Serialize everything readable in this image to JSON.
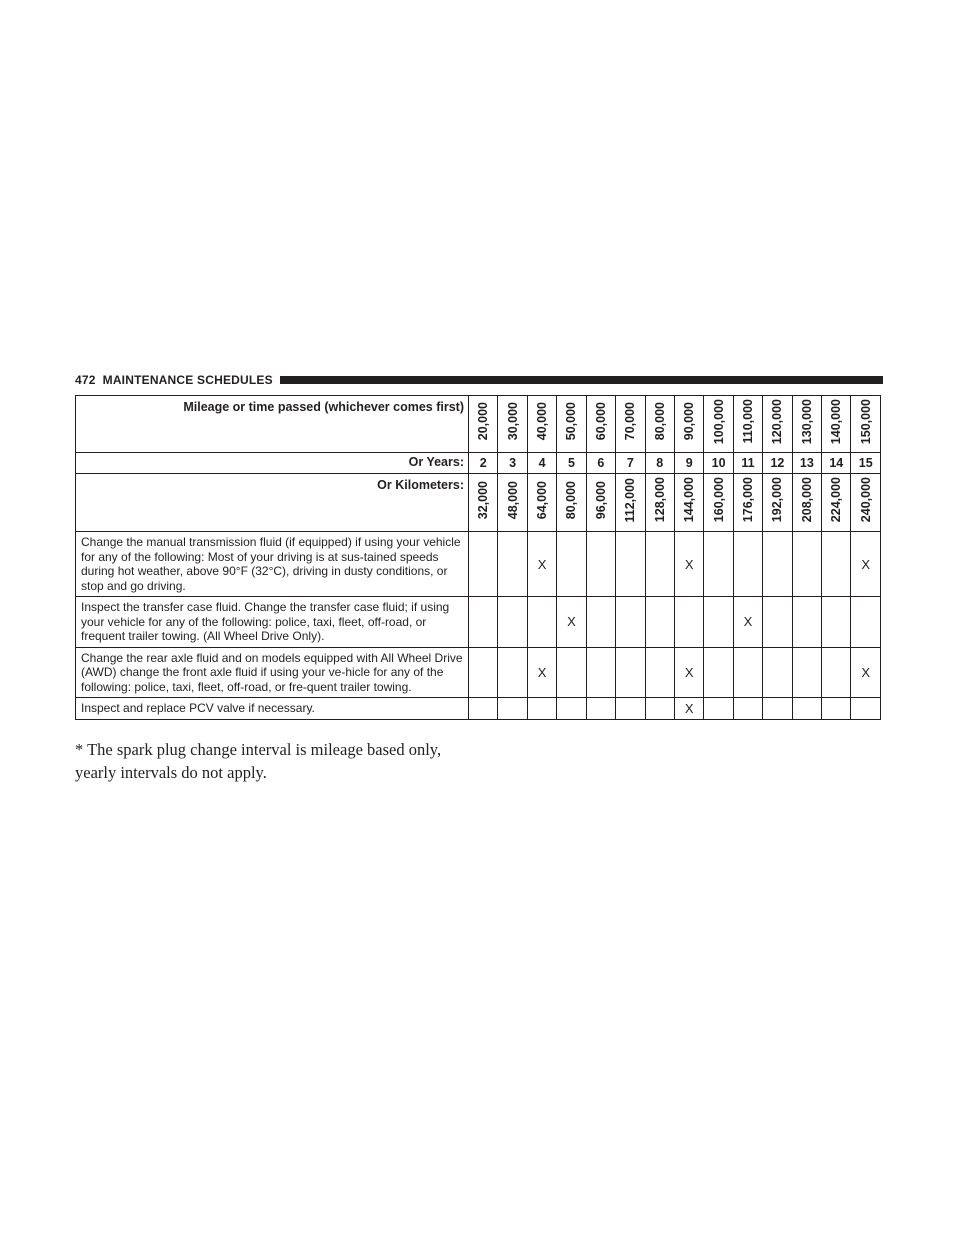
{
  "header": {
    "page_number": "472",
    "section_title": "MAINTENANCE SCHEDULES"
  },
  "table": {
    "mileage_label": "Mileage or time passed (whichever comes first)",
    "years_label": "Or Years:",
    "kilometers_label": "Or Kilometers:",
    "mileage": [
      "20,000",
      "30,000",
      "40,000",
      "50,000",
      "60,000",
      "70,000",
      "80,000",
      "90,000",
      "100,000",
      "110,000",
      "120,000",
      "130,000",
      "140,000",
      "150,000"
    ],
    "years": [
      "2",
      "3",
      "4",
      "5",
      "6",
      "7",
      "8",
      "9",
      "10",
      "11",
      "12",
      "13",
      "14",
      "15"
    ],
    "kilometers": [
      "32,000",
      "48,000",
      "64,000",
      "80,000",
      "96,000",
      "112,000",
      "128,000",
      "144,000",
      "160,000",
      "176,000",
      "192,000",
      "208,000",
      "224,000",
      "240,000"
    ],
    "rows": [
      {
        "task": "Change the manual transmission fluid (if equipped) if using your vehicle for any of the following: Most of your driving is at sus-tained speeds during hot weather, above 90°F (32°C), driving in dusty conditions, or stop and go driving.",
        "marks": [
          "",
          "",
          "X",
          "",
          "",
          "",
          "",
          "X",
          "",
          "",
          "",
          "",
          "",
          "X"
        ]
      },
      {
        "task": "Inspect the transfer case fluid. Change the transfer case fluid; if using your vehicle for any of the following: police, taxi, fleet, off-road, or frequent trailer towing. (All Wheel Drive Only).",
        "marks": [
          "",
          "",
          "",
          "X",
          "",
          "",
          "",
          "",
          "",
          "X",
          "",
          "",
          "",
          ""
        ]
      },
      {
        "task": "Change the rear axle fluid and on models equipped with All Wheel Drive (AWD) change the front axle fluid if using your ve-hicle for any of the following: police, taxi, fleet, off-road, or fre-quent trailer towing.",
        "marks": [
          "",
          "",
          "X",
          "",
          "",
          "",
          "",
          "X",
          "",
          "",
          "",
          "",
          "",
          "X"
        ]
      },
      {
        "task": "Inspect and replace PCV valve if necessary.",
        "marks": [
          "",
          "",
          "",
          "",
          "",
          "",
          "",
          "X",
          "",
          "",
          "",
          "",
          "",
          ""
        ]
      }
    ]
  },
  "footnote": "* The spark plug change interval is mileage based only, yearly intervals do not apply."
}
